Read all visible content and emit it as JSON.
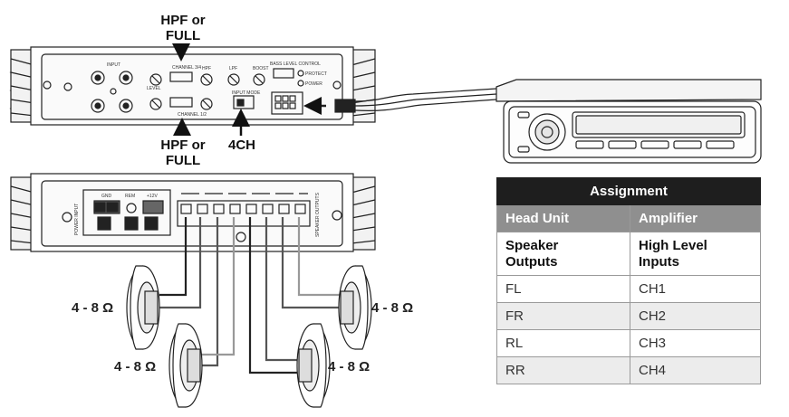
{
  "callouts": {
    "top_mode": "HPF or\nFULL",
    "bottom_mode_left": "HPF or\nFULL",
    "bottom_mode_right": "4CH"
  },
  "speakers": {
    "impedance_left_upper": "4 - 8 Ω",
    "impedance_left_lower": "4 - 8 Ω",
    "impedance_right_upper": "4 - 8 Ω",
    "impedance_right_lower": "4 - 8 Ω"
  },
  "amp_panel_labels": {
    "input": "INPUT",
    "level": "LEVEL",
    "channel_3_4": "CHANNEL 3/4",
    "channel_1_2": "CHANNEL 1/2",
    "hpf": "HPF",
    "lpf": "LPF",
    "boost": "BOOST",
    "input_mode": "INPUT MODE",
    "bass_level_control": "BASS LEVEL CONTROL",
    "protect": "PROTECT",
    "power": "POWER",
    "gnd": "GND",
    "rem": "REM",
    "plus12v": "+12V",
    "power_input": "POWER INPUT",
    "speaker_outputs": "SPEAKER OUTPUTS"
  },
  "table": {
    "title": "Assignment",
    "columns": [
      "Head Unit",
      "Amplifier"
    ],
    "subheader": [
      "Speaker\nOutputs",
      "High Level\nInputs"
    ],
    "rows": [
      [
        "FL",
        "CH1"
      ],
      [
        "FR",
        "CH2"
      ],
      [
        "RL",
        "CH3"
      ],
      [
        "RR",
        "CH4"
      ]
    ]
  },
  "colors": {
    "table_title_bg": "#1e1e1e",
    "table_header_bg": "#8f8f8f",
    "table_alt_row_bg": "#ececec",
    "line_art": "#222222"
  }
}
